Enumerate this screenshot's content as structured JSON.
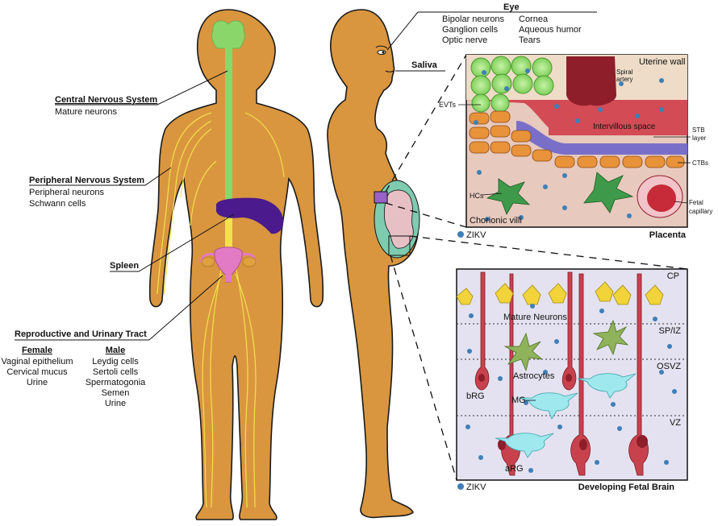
{
  "left_body": {
    "cns": {
      "title": "Central Nervous System",
      "items": [
        "Mature neurons"
      ]
    },
    "pns": {
      "title": "Peripheral Nervous System",
      "items": [
        "Peripheral neurons",
        "Schwann cells"
      ]
    },
    "spleen": {
      "title": "Spleen"
    },
    "rut": {
      "title": "Reproductive and Urinary Tract",
      "female": {
        "title": "Female",
        "items": [
          "Vaginal epithelium",
          "Cervical mucus",
          "Urine"
        ]
      },
      "male": {
        "title": "Male",
        "items": [
          "Leydig cells",
          "Sertoli cells",
          "Spermatogonia",
          "Semen",
          "Urine"
        ]
      }
    }
  },
  "eye": {
    "title": "Eye",
    "col1": [
      "Bipolar neurons",
      "Ganglion cells",
      "Optic nerve"
    ],
    "col2": [
      "Cornea",
      "Aqueous humor",
      "Tears"
    ]
  },
  "saliva": "Saliva",
  "placenta": {
    "title": "Placenta",
    "uterine_wall": "Uterine wall",
    "spiral_artery": [
      "Spiral",
      "artery"
    ],
    "evts": "EVTs",
    "intervillous": "Intervillous space",
    "stb": [
      "STB",
      "layer"
    ],
    "ctbs": "CTBs",
    "hcs": "HCs",
    "fetal_capillary": [
      "Fetal",
      "capillary"
    ],
    "chorionic_villi": "Chorionic villi",
    "zikv": "ZIKV"
  },
  "brain": {
    "title": "Developing Fetal Brain",
    "cp": "CP",
    "mature_neurons": "Mature Neurons",
    "spiz": "SP/IZ",
    "osvz": "OSVZ",
    "vz": "VZ",
    "astrocytes": "Astrocytes",
    "brg": "bRG",
    "mg": "MG",
    "arg": "aRG",
    "zikv": "ZIKV"
  },
  "colors": {
    "skin": "#D9963F",
    "skin_outline": "#1a1a1a",
    "cns": "#8BD66B",
    "spleen": "#4B1A8C",
    "nerve": "#F2E14A",
    "uterus": "#E27BC4",
    "ovary": "#E0A040",
    "virus": "#3E7FB8",
    "trophoblast": "#E8923A",
    "intervillous": "#D24B55",
    "stb": "#7A6FC8",
    "villi_bg": "#E8C9BE",
    "hc": "#3E9A4A",
    "rg": "#C8424E",
    "neuron": "#F2D43A",
    "astrocyte": "#8FB35A",
    "microglia": "#9EE8EE",
    "brain_bg": "#E4E2F0"
  }
}
